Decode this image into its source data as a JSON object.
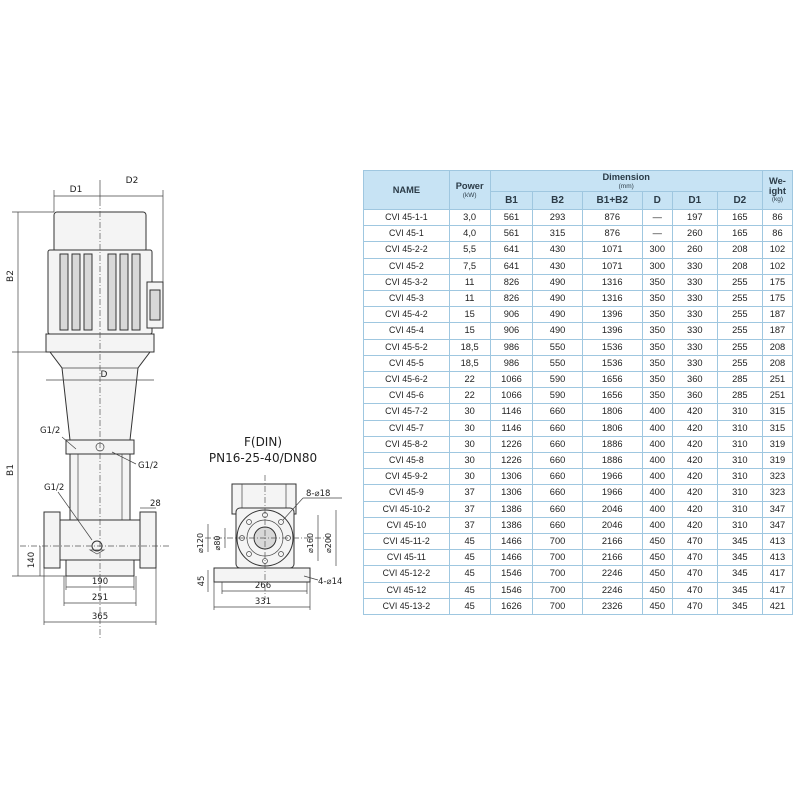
{
  "drawing": {
    "left_view": {
      "labels": {
        "d1": "D1",
        "d2": "D2",
        "b2": "B2",
        "b1": "B1",
        "d": "D",
        "g12_top": "G1/2",
        "g12_right": "G1/2",
        "g12_bottom": "G1/2",
        "dim_28": "28",
        "dim_140": "140",
        "dim_190": "190",
        "dim_251": "251",
        "dim_365": "365"
      }
    },
    "flange_view": {
      "title_line1": "F(DIN)",
      "title_line2": "PN16-25-40/DN80",
      "labels": {
        "holes_8": "8-⌀18",
        "dia_120": "⌀120",
        "dia_80": "⌀80",
        "dia_160": "⌀160",
        "dia_200": "⌀200",
        "dim_45": "45",
        "dim_266": "266",
        "holes_4": "4-⌀14",
        "dim_331": "331"
      }
    }
  },
  "table": {
    "headers": {
      "name": "NAME",
      "power": "Power",
      "power_unit": "(kW)",
      "dimension": "Dimension",
      "dimension_unit": "(mm)",
      "weight": "We-\night",
      "weight_unit": "(kg)",
      "b1": "B1",
      "b2": "B2",
      "b1b2": "B1+B2",
      "d": "D",
      "d1": "D1",
      "d2": "D2"
    },
    "rows": [
      {
        "name": "CVI 45-1-1",
        "power": "3,0",
        "b1": "561",
        "b2": "293",
        "b1b2": "876",
        "d": "—",
        "d1": "197",
        "d2": "165",
        "weight": "86"
      },
      {
        "name": "CVI 45-1",
        "power": "4,0",
        "b1": "561",
        "b2": "315",
        "b1b2": "876",
        "d": "—",
        "d1": "260",
        "d2": "165",
        "weight": "86"
      },
      {
        "name": "CVI 45-2-2",
        "power": "5,5",
        "b1": "641",
        "b2": "430",
        "b1b2": "1071",
        "d": "300",
        "d1": "260",
        "d2": "208",
        "weight": "102"
      },
      {
        "name": "CVI 45-2",
        "power": "7,5",
        "b1": "641",
        "b2": "430",
        "b1b2": "1071",
        "d": "300",
        "d1": "330",
        "d2": "208",
        "weight": "102"
      },
      {
        "name": "CVI 45-3-2",
        "power": "11",
        "b1": "826",
        "b2": "490",
        "b1b2": "1316",
        "d": "350",
        "d1": "330",
        "d2": "255",
        "weight": "175"
      },
      {
        "name": "CVI 45-3",
        "power": "11",
        "b1": "826",
        "b2": "490",
        "b1b2": "1316",
        "d": "350",
        "d1": "330",
        "d2": "255",
        "weight": "175"
      },
      {
        "name": "CVI 45-4-2",
        "power": "15",
        "b1": "906",
        "b2": "490",
        "b1b2": "1396",
        "d": "350",
        "d1": "330",
        "d2": "255",
        "weight": "187"
      },
      {
        "name": "CVI 45-4",
        "power": "15",
        "b1": "906",
        "b2": "490",
        "b1b2": "1396",
        "d": "350",
        "d1": "330",
        "d2": "255",
        "weight": "187"
      },
      {
        "name": "CVI 45-5-2",
        "power": "18,5",
        "b1": "986",
        "b2": "550",
        "b1b2": "1536",
        "d": "350",
        "d1": "330",
        "d2": "255",
        "weight": "208"
      },
      {
        "name": "CVI 45-5",
        "power": "18,5",
        "b1": "986",
        "b2": "550",
        "b1b2": "1536",
        "d": "350",
        "d1": "330",
        "d2": "255",
        "weight": "208"
      },
      {
        "name": "CVI 45-6-2",
        "power": "22",
        "b1": "1066",
        "b2": "590",
        "b1b2": "1656",
        "d": "350",
        "d1": "360",
        "d2": "285",
        "weight": "251"
      },
      {
        "name": "CVI 45-6",
        "power": "22",
        "b1": "1066",
        "b2": "590",
        "b1b2": "1656",
        "d": "350",
        "d1": "360",
        "d2": "285",
        "weight": "251"
      },
      {
        "name": "CVI 45-7-2",
        "power": "30",
        "b1": "1146",
        "b2": "660",
        "b1b2": "1806",
        "d": "400",
        "d1": "420",
        "d2": "310",
        "weight": "315"
      },
      {
        "name": "CVI 45-7",
        "power": "30",
        "b1": "1146",
        "b2": "660",
        "b1b2": "1806",
        "d": "400",
        "d1": "420",
        "d2": "310",
        "weight": "315"
      },
      {
        "name": "CVI 45-8-2",
        "power": "30",
        "b1": "1226",
        "b2": "660",
        "b1b2": "1886",
        "d": "400",
        "d1": "420",
        "d2": "310",
        "weight": "319"
      },
      {
        "name": "CVI 45-8",
        "power": "30",
        "b1": "1226",
        "b2": "660",
        "b1b2": "1886",
        "d": "400",
        "d1": "420",
        "d2": "310",
        "weight": "319"
      },
      {
        "name": "CVI 45-9-2",
        "power": "30",
        "b1": "1306",
        "b2": "660",
        "b1b2": "1966",
        "d": "400",
        "d1": "420",
        "d2": "310",
        "weight": "323"
      },
      {
        "name": "CVI 45-9",
        "power": "37",
        "b1": "1306",
        "b2": "660",
        "b1b2": "1966",
        "d": "400",
        "d1": "420",
        "d2": "310",
        "weight": "323"
      },
      {
        "name": "CVI 45-10-2",
        "power": "37",
        "b1": "1386",
        "b2": "660",
        "b1b2": "2046",
        "d": "400",
        "d1": "420",
        "d2": "310",
        "weight": "347"
      },
      {
        "name": "CVI 45-10",
        "power": "37",
        "b1": "1386",
        "b2": "660",
        "b1b2": "2046",
        "d": "400",
        "d1": "420",
        "d2": "310",
        "weight": "347"
      },
      {
        "name": "CVI 45-11-2",
        "power": "45",
        "b1": "1466",
        "b2": "700",
        "b1b2": "2166",
        "d": "450",
        "d1": "470",
        "d2": "345",
        "weight": "413"
      },
      {
        "name": "CVI 45-11",
        "power": "45",
        "b1": "1466",
        "b2": "700",
        "b1b2": "2166",
        "d": "450",
        "d1": "470",
        "d2": "345",
        "weight": "413"
      },
      {
        "name": "CVI 45-12-2",
        "power": "45",
        "b1": "1546",
        "b2": "700",
        "b1b2": "2246",
        "d": "450",
        "d1": "470",
        "d2": "345",
        "weight": "417"
      },
      {
        "name": "CVI 45-12",
        "power": "45",
        "b1": "1546",
        "b2": "700",
        "b1b2": "2246",
        "d": "450",
        "d1": "470",
        "d2": "345",
        "weight": "417"
      },
      {
        "name": "CVI 45-13-2",
        "power": "45",
        "b1": "1626",
        "b2": "700",
        "b1b2": "2326",
        "d": "450",
        "d1": "470",
        "d2": "345",
        "weight": "421"
      }
    ]
  }
}
